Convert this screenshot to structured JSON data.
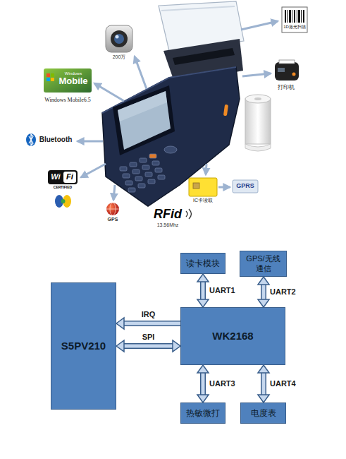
{
  "diagram": {
    "nodes": [
      {
        "text": [
          "读卡模块"
        ]
      },
      {
        "text": [
          "GPS/无线通信"
        ]
      },
      {
        "text": [
          "S5PV210"
        ]
      },
      {
        "text": [
          "WK2168"
        ]
      },
      {
        "text": [
          "热敏微打"
        ]
      },
      {
        "text": [
          "电度表"
        ]
      }
    ],
    "edges": [
      {
        "from": 0,
        "to": 3,
        "label": "UART1",
        "arrow": "both"
      },
      {
        "from": 1,
        "to": 3,
        "label": "UART2",
        "arrow": "both"
      },
      {
        "from": 3,
        "to": 2,
        "label": "IRQ",
        "arrow": "to"
      },
      {
        "from": 2,
        "to": 3,
        "label": "SPI",
        "arrow": "both"
      },
      {
        "from": 3,
        "to": 4,
        "label": "UART3",
        "arrow": "both"
      },
      {
        "from": 3,
        "to": 5,
        "label": "UART4",
        "arrow": "both"
      }
    ],
    "labels": [
      "1D激光扫描",
      "200万",
      "Windows",
      "Mobile",
      "Windows Mobile6.5",
      "打印机",
      "Bluetooth",
      "Wi",
      "Fi",
      "CERTIFIED",
      "GPRS",
      "IC卡读取",
      "GPS",
      "RFid",
      "13.56Mhz"
    ]
  }
}
